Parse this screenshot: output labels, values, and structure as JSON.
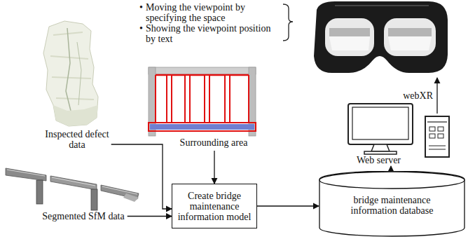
{
  "diagram": {
    "nodes": [
      {
        "text": [
          "Moving the viewpoint by specifying the space",
          "Showing the viewpoint position by text"
        ]
      },
      {
        "text": [
          "Inspected defect data"
        ]
      },
      {
        "text": [
          "Surrounding area"
        ]
      },
      {
        "text": [
          "Web server"
        ]
      },
      {
        "text": [
          "Create bridge maintenance information model"
        ]
      },
      {
        "text": [
          "bridge maintenance information database"
        ]
      },
      {
        "text": [
          "Segmented SfM data"
        ]
      }
    ],
    "edges": [
      {
        "from": 1,
        "to": 4,
        "arrow": "to"
      },
      {
        "from": 6,
        "to": 4,
        "arrow": "to"
      },
      {
        "from": 2,
        "to": 4,
        "arrow": "to"
      },
      {
        "from": 4,
        "to": 5,
        "arrow": "to"
      },
      {
        "from": 5,
        "to": 3,
        "arrow": "to"
      },
      {
        "from": 3,
        "to": 0,
        "label": "webXR",
        "arrow": "to"
      }
    ],
    "labels": [
      "•",
      "•"
    ]
  }
}
